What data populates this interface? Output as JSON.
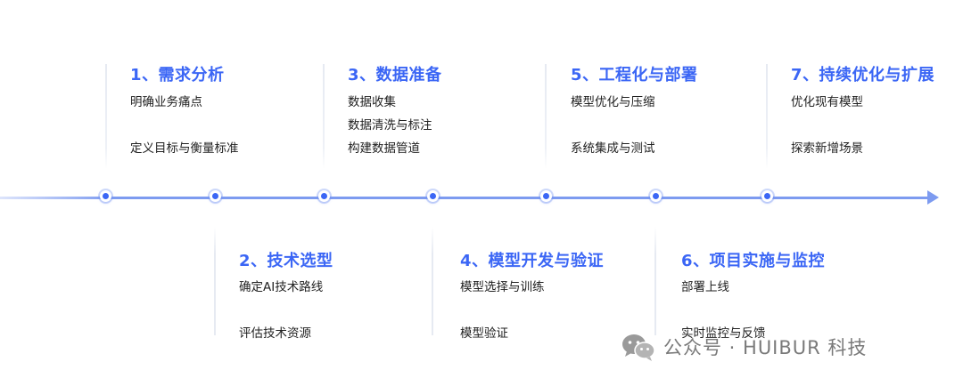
{
  "steps": [
    {
      "title": "1、需求分析",
      "items": [
        "明确业务痛点",
        "定义目标与衡量标准"
      ]
    },
    {
      "title": "2、技术选型",
      "items": [
        "确定AI技术路线",
        "评估技术资源"
      ]
    },
    {
      "title": "3、数据准备",
      "items": [
        "数据收集",
        "数据清洗与标注",
        "构建数据管道"
      ]
    },
    {
      "title": "4、模型开发与验证",
      "items": [
        "模型选择与训练",
        "模型验证"
      ]
    },
    {
      "title": "5、工程化与部署",
      "items": [
        "模型优化与压缩",
        "系统集成与测试"
      ]
    },
    {
      "title": "6、项目实施与监控",
      "items": [
        "部署上线",
        "实时监控与反馈"
      ]
    },
    {
      "title": "7、持续优化与扩展",
      "items": [
        "优化现有模型",
        "探索新增场景"
      ]
    }
  ],
  "watermark": {
    "text": "公众号 · HUIBUR 科技",
    "icon": "wechat-icon"
  },
  "colors": {
    "accent": "#3b66f5",
    "line": "#7d9bf0",
    "text": "#222222",
    "watermark": "#7a7a7a"
  }
}
